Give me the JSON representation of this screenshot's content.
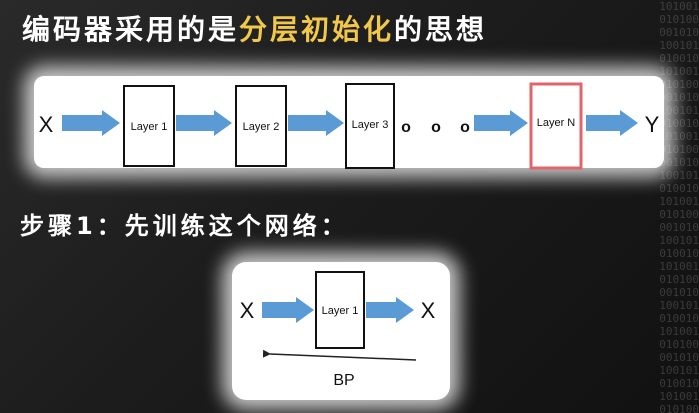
{
  "title": {
    "prefix": "编码器采用的是",
    "highlight": "分层初始化",
    "suffix": "的思想"
  },
  "diagram1": {
    "input": "X",
    "output": "Y",
    "layers": [
      "Layer 1",
      "Layer 2",
      "Layer 3",
      "Layer N"
    ],
    "ellipsis": [
      "o",
      "o",
      "o"
    ]
  },
  "step1": {
    "label": "步骤1：先训练这个网络："
  },
  "diagram2": {
    "input": "X",
    "layer": "Layer 1",
    "output": "X",
    "bp_label": "BP"
  },
  "colors": {
    "arrow": "#5b9bd5",
    "highlight_border": "#e0646a",
    "title_highlight": "#f2c84b"
  }
}
